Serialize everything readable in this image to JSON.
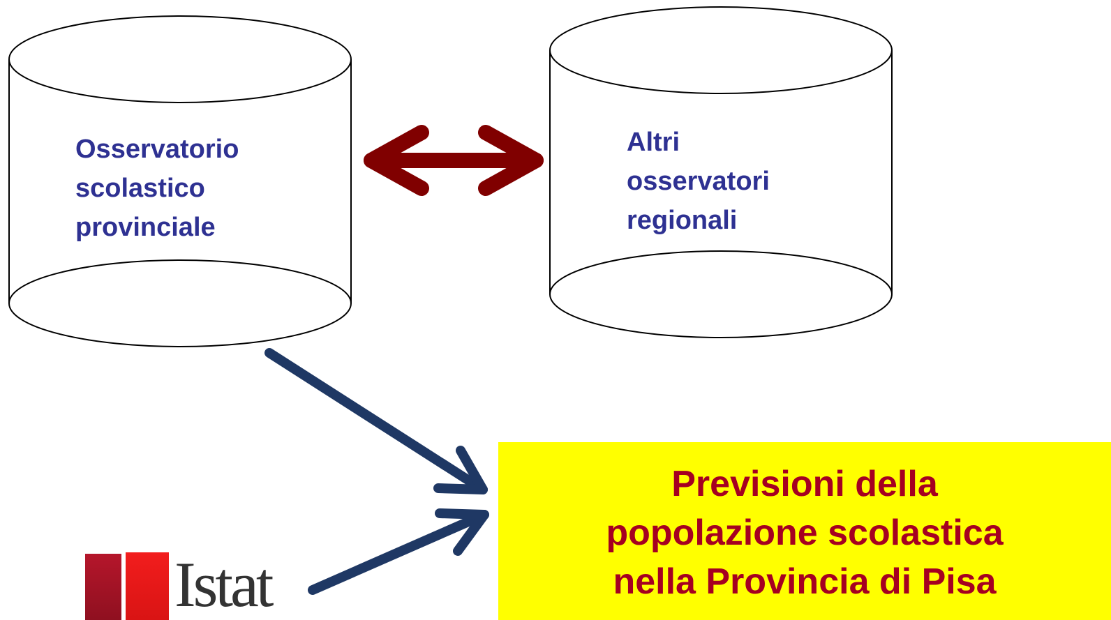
{
  "diagram": {
    "left_store": {
      "label_lines": [
        "Osservatorio",
        "scolastico",
        "provinciale"
      ]
    },
    "right_store": {
      "label_lines": [
        "Altri",
        "osservatori",
        "regionali"
      ]
    },
    "output": {
      "label_lines": [
        "Previsioni della",
        "popolazione scolastica",
        "nella Provincia di Pisa"
      ]
    },
    "source_logo": {
      "text": "Istat"
    },
    "colors": {
      "store_label": "#2e3192",
      "output_text": "#a50021",
      "output_background": "#ffff00",
      "exchange_arrow": "#800000",
      "flow_arrows": "#1f3864"
    },
    "connectors": [
      {
        "from": "left_store",
        "to": "right_store",
        "type": "bidirectional"
      },
      {
        "from": "left_store",
        "to": "output",
        "type": "directed"
      },
      {
        "from": "source_logo",
        "to": "output",
        "type": "directed"
      }
    ]
  }
}
